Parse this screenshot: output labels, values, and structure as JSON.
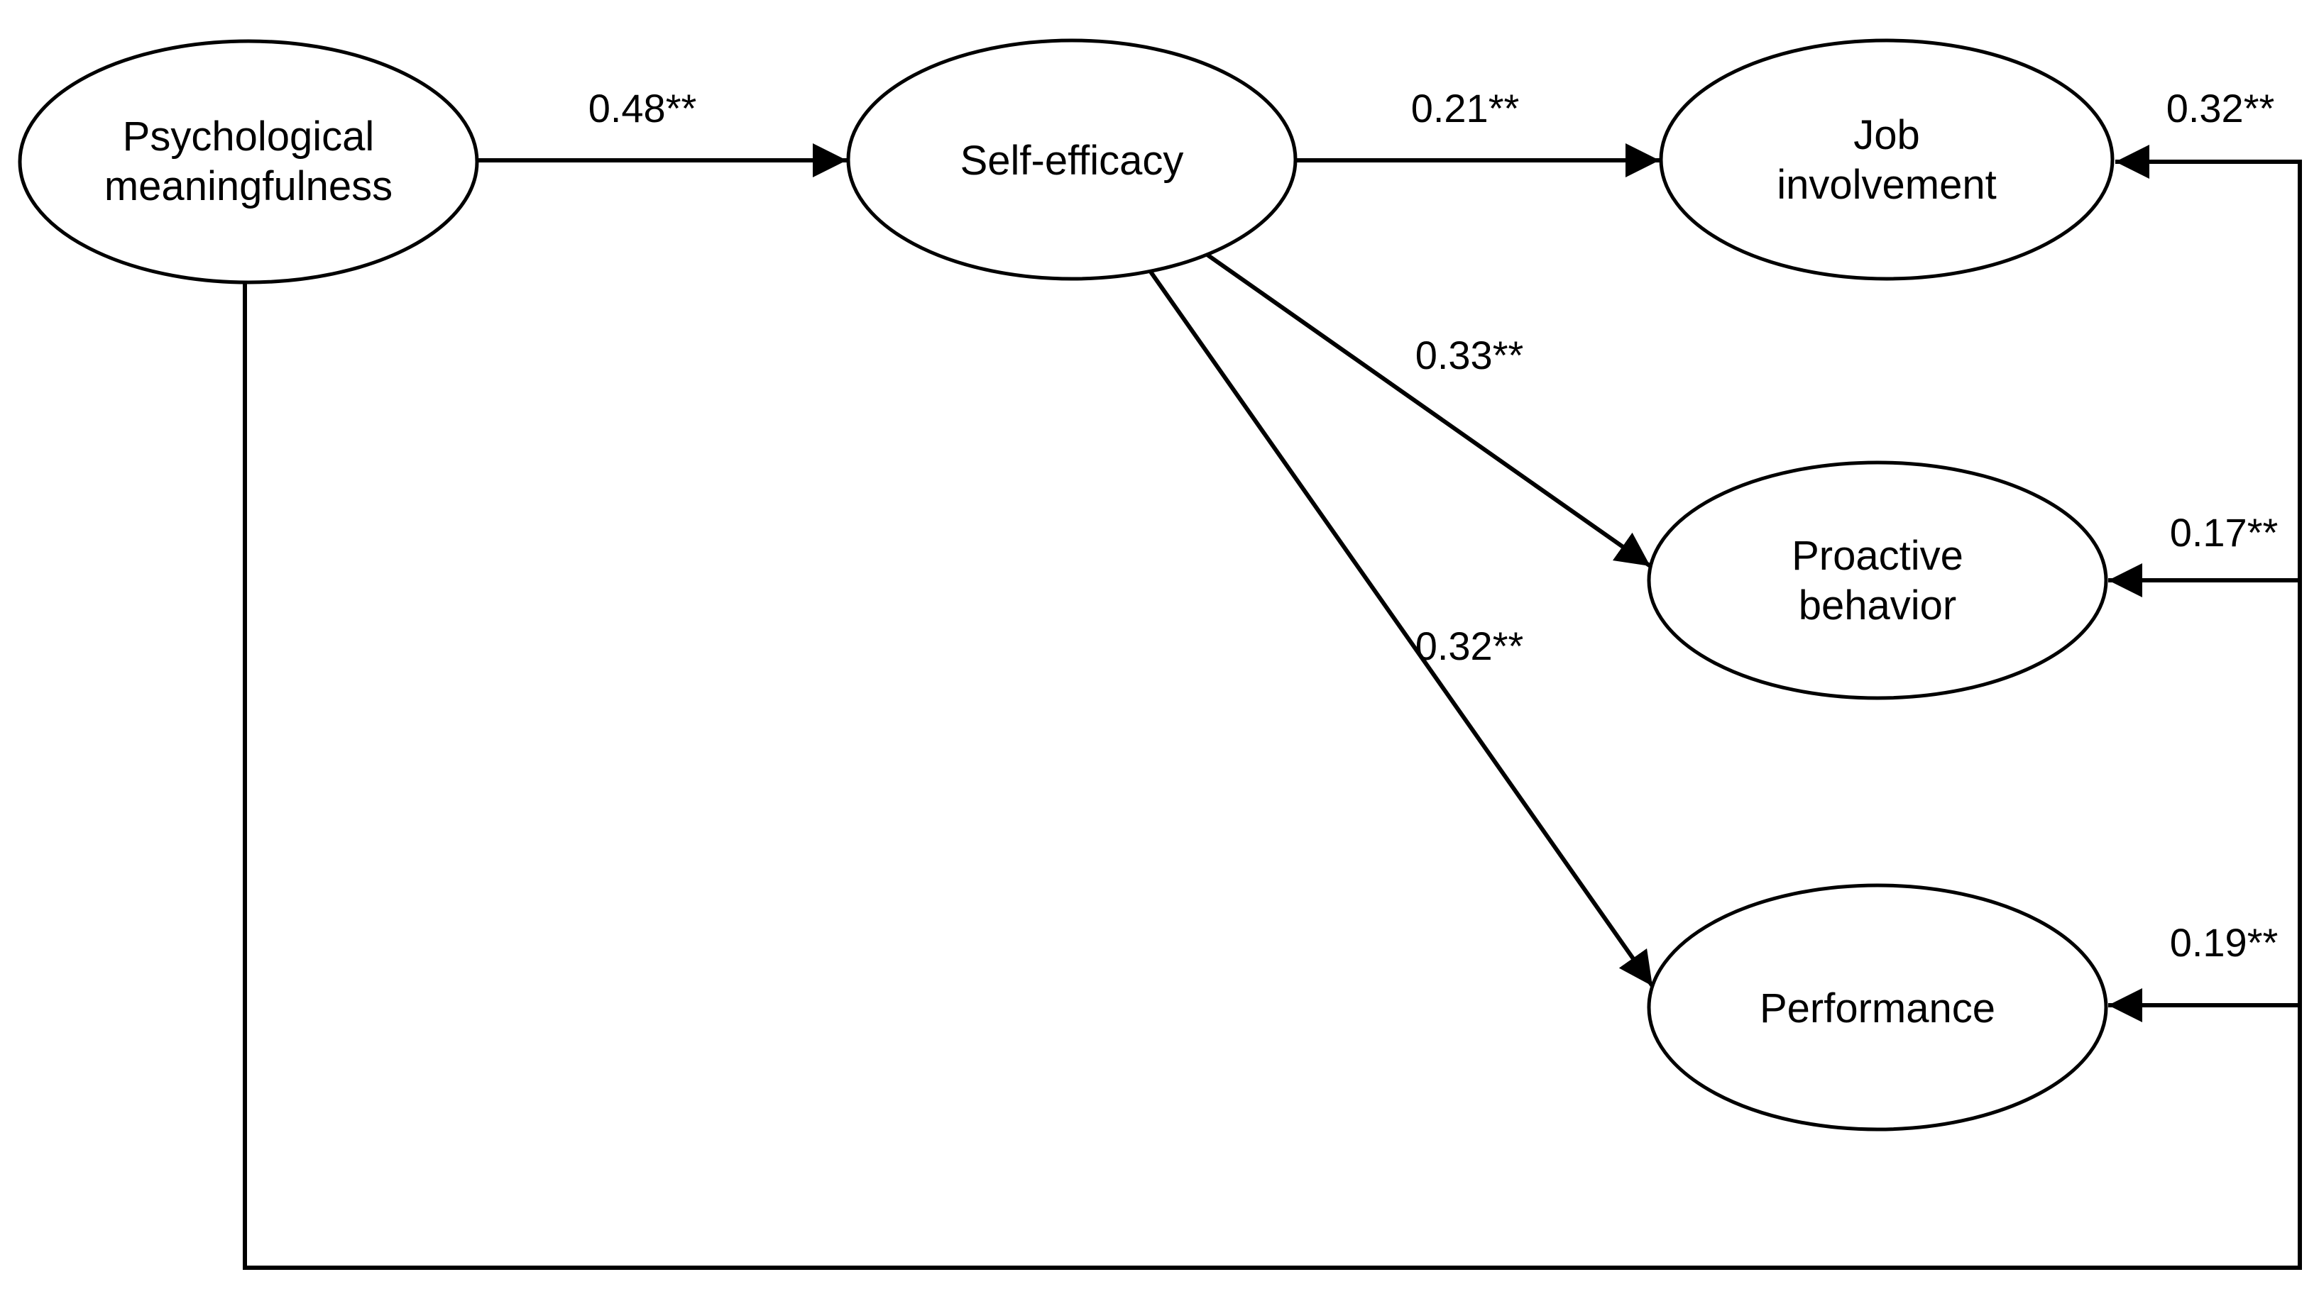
{
  "diagram": {
    "type": "path-model",
    "nodes": [
      {
        "id": "psychological-meaningfulness",
        "shape": "ellipse",
        "lines": [
          "Psychological",
          "meaningfulness"
        ]
      },
      {
        "id": "self-efficacy",
        "shape": "ellipse",
        "lines": [
          "Self-efficacy"
        ]
      },
      {
        "id": "job-involvement",
        "shape": "ellipse",
        "lines": [
          "Job",
          "involvement"
        ]
      },
      {
        "id": "proactive-behavior",
        "shape": "ellipse",
        "lines": [
          "Proactive",
          "behavior"
        ]
      },
      {
        "id": "performance",
        "shape": "ellipse",
        "lines": [
          "Performance"
        ]
      }
    ],
    "edges": [
      {
        "from": "psychological-meaningfulness",
        "to": "self-efficacy",
        "label": "0.48**",
        "route": "direct"
      },
      {
        "from": "self-efficacy",
        "to": "job-involvement",
        "label": "0.21**",
        "route": "direct"
      },
      {
        "from": "self-efficacy",
        "to": "proactive-behavior",
        "label": "0.33**",
        "route": "direct"
      },
      {
        "from": "self-efficacy",
        "to": "performance",
        "label": "0.32**",
        "route": "direct"
      },
      {
        "from": "psychological-meaningfulness",
        "to": "job-involvement",
        "label": "0.32**",
        "route": "around-bottom-right"
      },
      {
        "from": "psychological-meaningfulness",
        "to": "proactive-behavior",
        "label": "0.17**",
        "route": "around-bottom-right"
      },
      {
        "from": "psychological-meaningfulness",
        "to": "performance",
        "label": "0.19**",
        "route": "around-bottom-right"
      }
    ],
    "colors": {
      "line": "#000000",
      "text": "#000000",
      "node_fill": "#ffffff",
      "background": "#ffffff"
    }
  }
}
